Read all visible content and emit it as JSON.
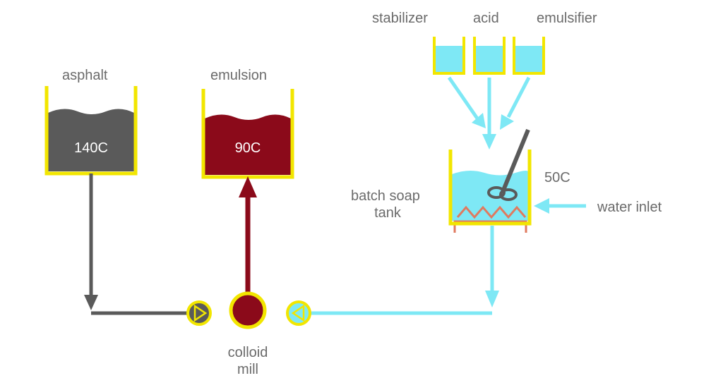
{
  "labels": {
    "stabilizer": "stabilizer",
    "acid": "acid",
    "emulsifier": "emulsifier",
    "asphalt": "asphalt",
    "emulsion": "emulsion",
    "asphalt_temp": "140C",
    "emulsion_temp": "90C",
    "soap_tank_line1": "batch soap",
    "soap_tank_line2": "tank",
    "soap_temp": "50C",
    "water_inlet": "water inlet",
    "mill_line1": "colloid",
    "mill_line2": "mill"
  },
  "colors": {
    "tank_wall": "#f2e600",
    "asphalt": "#5a5a5a",
    "emulsion": "#8b0a1a",
    "water": "#7ee8f5",
    "heater": "#e07a5f",
    "label": "#6b6b6b"
  }
}
